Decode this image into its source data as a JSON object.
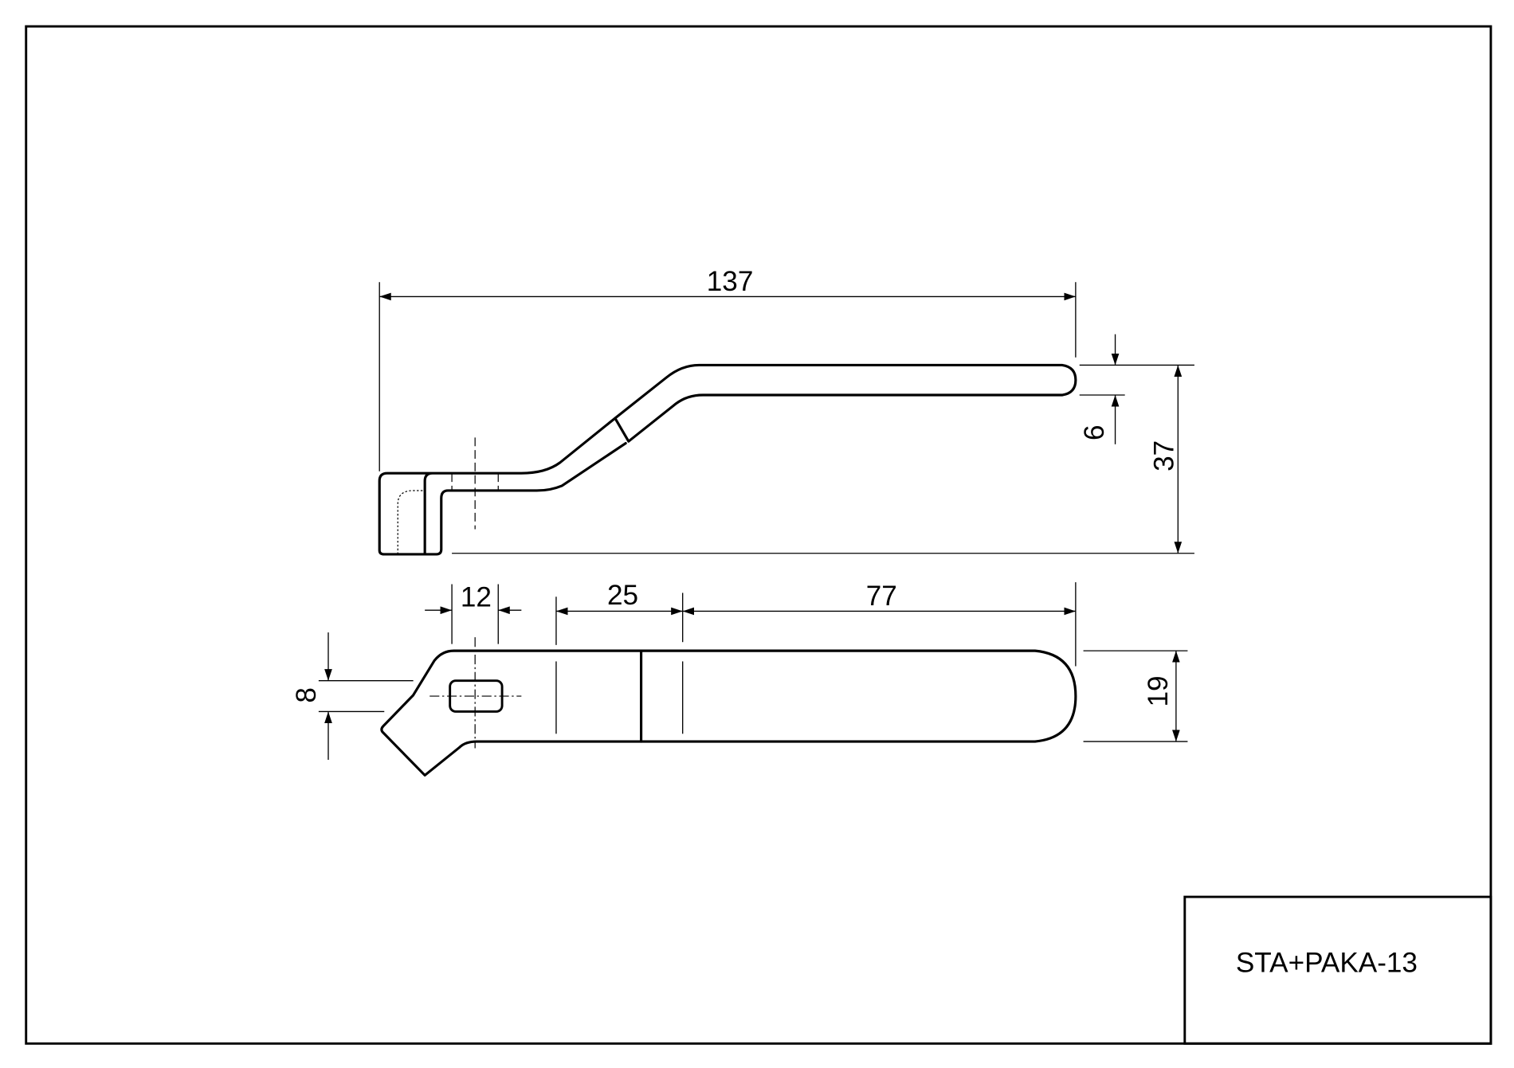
{
  "drawing": {
    "title_block": {
      "part_number": "STA+PAKA-13"
    },
    "side_view": {
      "dimensions": {
        "overall_length": "137",
        "thickness": "6",
        "overall_height": "37"
      }
    },
    "top_view": {
      "dimensions": {
        "slot_length": "12",
        "segment_a": "25",
        "segment_b": "77",
        "slot_width": "8",
        "width": "19"
      }
    },
    "colors": {
      "line": "#000000",
      "background": "#ffffff"
    }
  }
}
